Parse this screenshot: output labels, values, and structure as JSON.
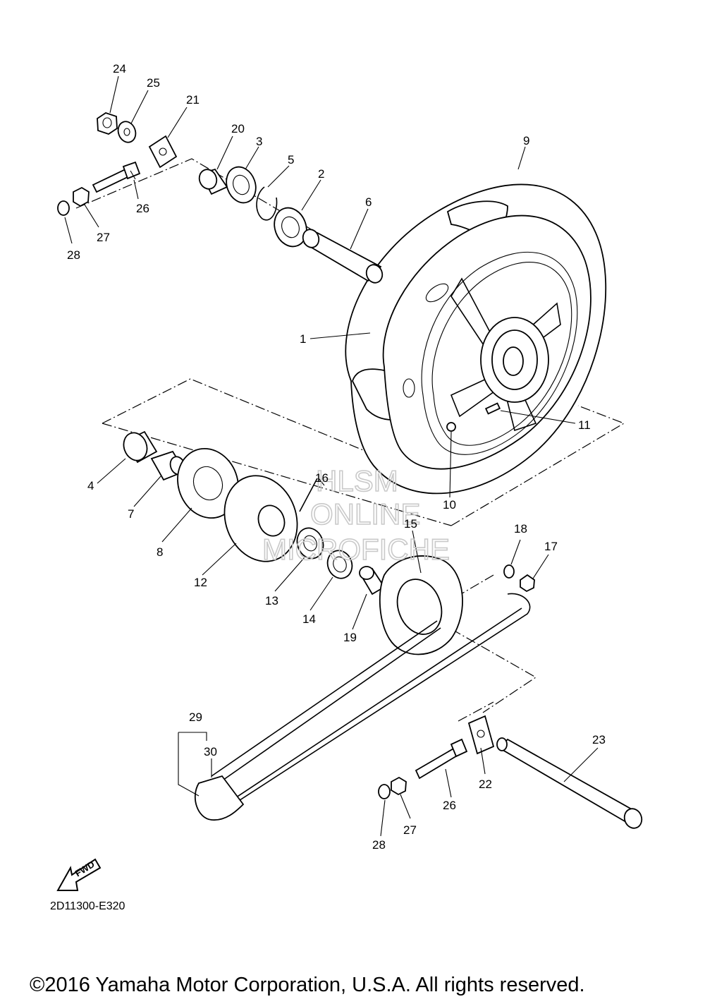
{
  "diagram": {
    "callouts": [
      "1",
      "2",
      "3",
      "4",
      "5",
      "6",
      "7",
      "8",
      "9",
      "10",
      "11",
      "12",
      "13",
      "14",
      "15",
      "16",
      "17",
      "18",
      "19",
      "20",
      "21",
      "22",
      "23",
      "24",
      "25",
      "26",
      "26",
      "27",
      "27",
      "28",
      "28",
      "29",
      "30"
    ],
    "watermark": {
      "line1": "HLSM",
      "line2": "ONLINE",
      "line3": "MICROFICHE"
    },
    "fwd_label": "FWD",
    "diagram_code": "2D11300-E320",
    "copyright": "©2016 Yamaha Motor Corporation, U.S.A. All rights reserved."
  }
}
